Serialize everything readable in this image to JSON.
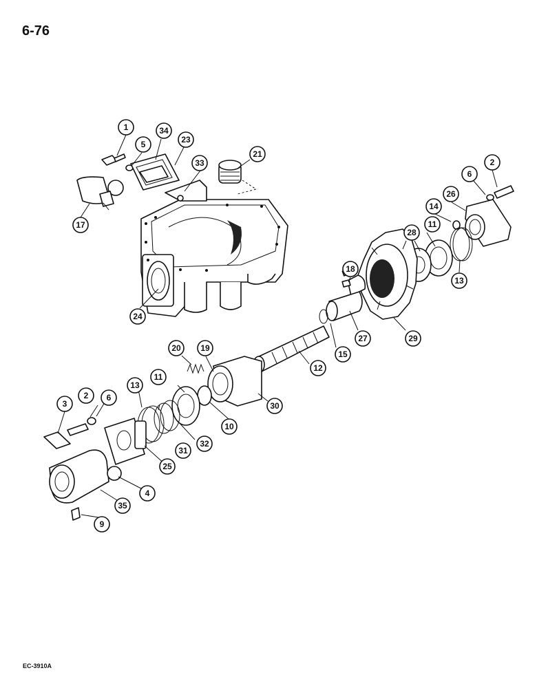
{
  "page": {
    "number": "6-76",
    "code": "EC-3910A"
  },
  "callouts": [
    {
      "id": "c1",
      "label": "1"
    },
    {
      "id": "c5",
      "label": "5"
    },
    {
      "id": "c34",
      "label": "34"
    },
    {
      "id": "c23",
      "label": "23"
    },
    {
      "id": "c33",
      "label": "33"
    },
    {
      "id": "c21",
      "label": "21"
    },
    {
      "id": "c17",
      "label": "17"
    },
    {
      "id": "c24",
      "label": "24"
    },
    {
      "id": "c6a",
      "label": "6"
    },
    {
      "id": "c2a",
      "label": "2"
    },
    {
      "id": "c26",
      "label": "26"
    },
    {
      "id": "c14",
      "label": "14"
    },
    {
      "id": "c28",
      "label": "28"
    },
    {
      "id": "c11a",
      "label": "11"
    },
    {
      "id": "c13a",
      "label": "13"
    },
    {
      "id": "c18",
      "label": "18"
    },
    {
      "id": "c27",
      "label": "27"
    },
    {
      "id": "c29",
      "label": "29"
    },
    {
      "id": "c15",
      "label": "15"
    },
    {
      "id": "c12",
      "label": "12"
    },
    {
      "id": "c20",
      "label": "20"
    },
    {
      "id": "c19",
      "label": "19"
    },
    {
      "id": "c30",
      "label": "30"
    },
    {
      "id": "c11b",
      "label": "11"
    },
    {
      "id": "c10",
      "label": "10"
    },
    {
      "id": "c13b",
      "label": "13"
    },
    {
      "id": "c32",
      "label": "32"
    },
    {
      "id": "c31",
      "label": "31"
    },
    {
      "id": "c3",
      "label": "3"
    },
    {
      "id": "c2b",
      "label": "2"
    },
    {
      "id": "c6b",
      "label": "6"
    },
    {
      "id": "c25",
      "label": "25"
    },
    {
      "id": "c4",
      "label": "4"
    },
    {
      "id": "c35",
      "label": "35"
    },
    {
      "id": "c9",
      "label": "9"
    }
  ]
}
